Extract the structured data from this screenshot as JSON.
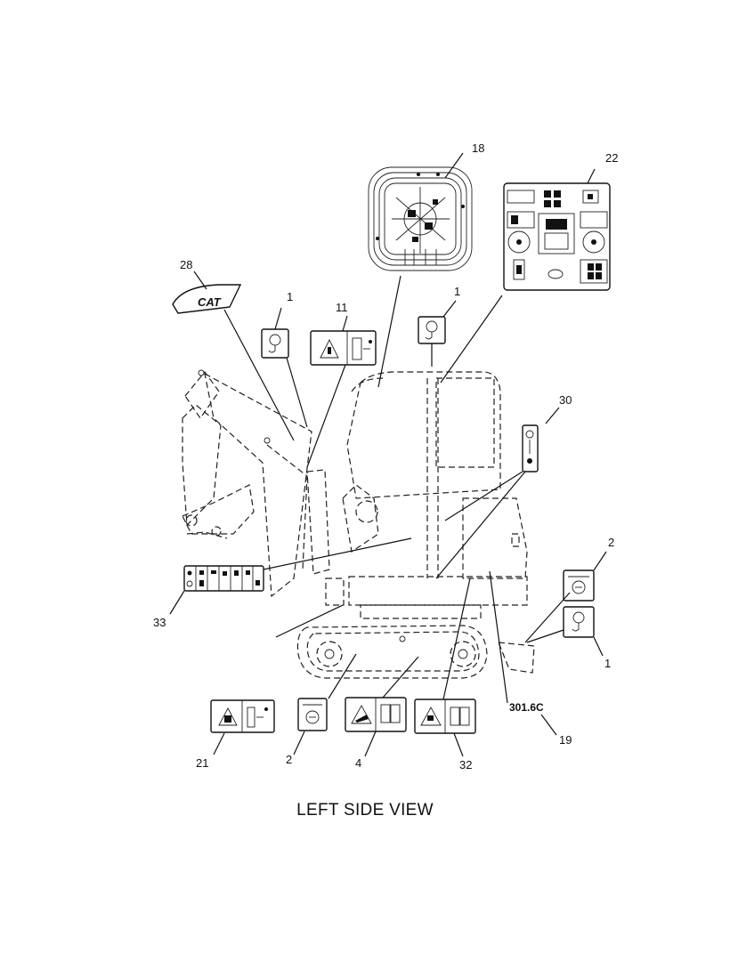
{
  "figure": {
    "caption": "LEFT SIDE VIEW",
    "callouts": {
      "c18": "18",
      "c22": "22",
      "c28": "28",
      "c1_left": "1",
      "c11": "11",
      "c1_mid": "1",
      "c30": "30",
      "c2_right": "2",
      "c1_right": "1",
      "c33": "33",
      "c21": "21",
      "c2_bottom": "2",
      "c4": "4",
      "c32": "32",
      "c19": "19"
    },
    "decals": {
      "cat_logo": "CAT",
      "model_number": "301.6C"
    }
  }
}
